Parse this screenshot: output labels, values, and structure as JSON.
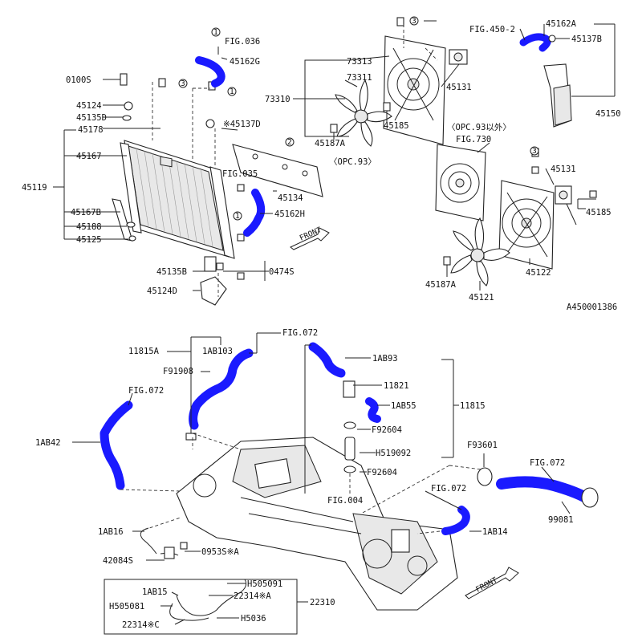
{
  "labels": {
    "fig036": "FIG.036",
    "p45162g": "45162G",
    "p0100s": "0100S",
    "p45124": "45124",
    "p45135d": "45135D",
    "p45178": "45178",
    "p45167": "45167",
    "p45119": "45119",
    "p45167b": "45167B",
    "p45188": "45188",
    "p45125": "45125",
    "p45137d": "※45137D",
    "fig035": "FIG.035",
    "p45134": "45134",
    "p45162h": "45162H",
    "p45135b": "45135B",
    "p0474s": "0474S",
    "p45124d": "45124D",
    "p73313": "73313",
    "p73311": "73311",
    "p73310": "73310",
    "p45131a": "45131",
    "p45185a": "45185",
    "p45187a_top": "45187A",
    "opc93": "〈OPC.93〉",
    "fig4502": "FIG.450-2",
    "p45162a": "45162A",
    "p45137b": "45137B",
    "p45150": "45150",
    "opc93wo": "〈OPC.93以外〉",
    "fig730": "FIG.730",
    "p45131b": "45131",
    "p45185b": "45185",
    "p45187a_bot": "45187A",
    "p45122": "45122",
    "p45121": "45121",
    "diagram_id": "A450001386",
    "p11815a": "11815A",
    "p1ab103": "1AB103",
    "fig072_a": "FIG.072",
    "f91908": "F91908",
    "fig072_b": "FIG.072",
    "p1ab42": "1AB42",
    "p1ab93": "1AB93",
    "p11821": "11821",
    "p1ab55": "1AB55",
    "p11815": "11815",
    "f92604_a": "F92604",
    "h519092": "H519092",
    "f92604_b": "F92604",
    "fig004": "FIG.004",
    "f93601": "F93601",
    "fig072_c": "FIG.072",
    "fig072_d": "FIG.072",
    "p99081": "99081",
    "p1ab16": "1AB16",
    "p1ab14": "1AB14",
    "p42084s": "42084S",
    "p0953s": "0953S※A",
    "p1ab15": "1AB15",
    "h505091": "H505091",
    "h505081": "H505081",
    "p22314a": "22314※A",
    "p22310": "22310",
    "p22314c": "22314※C",
    "h5036": "H5036",
    "front_a": "FRONT",
    "front_b": "FRONT",
    "ref1": "1",
    "ref2": "2",
    "ref3": "3"
  },
  "colors": {
    "highlight_hose": "#1a1aff",
    "line": "#222222",
    "background": "#ffffff"
  }
}
